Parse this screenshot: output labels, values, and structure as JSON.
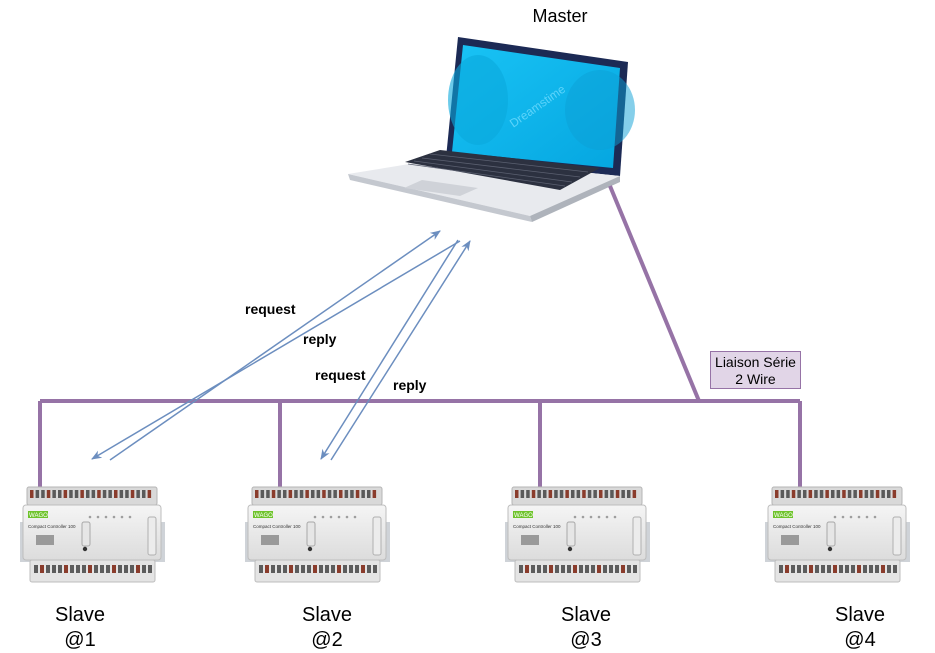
{
  "master": {
    "label": "Master",
    "watermark": "Dreamstime"
  },
  "bus": {
    "label_line1": "Liaison Série",
    "label_line2": "2 Wire",
    "color": "#9673a6"
  },
  "arrows": {
    "color": "#6c8ebf",
    "labels": [
      "request",
      "reply",
      "request",
      "reply"
    ]
  },
  "slaves": [
    {
      "name": "Slave",
      "address": "@1",
      "brand": "WAGO",
      "model": "Compact Controller 100"
    },
    {
      "name": "Slave",
      "address": "@2",
      "brand": "WAGO",
      "model": "Compact Controller 100"
    },
    {
      "name": "Slave",
      "address": "@3",
      "brand": "WAGO",
      "model": "Compact Controller 100"
    },
    {
      "name": "Slave",
      "address": "@4",
      "brand": "WAGO",
      "model": "Compact Controller 100"
    }
  ]
}
